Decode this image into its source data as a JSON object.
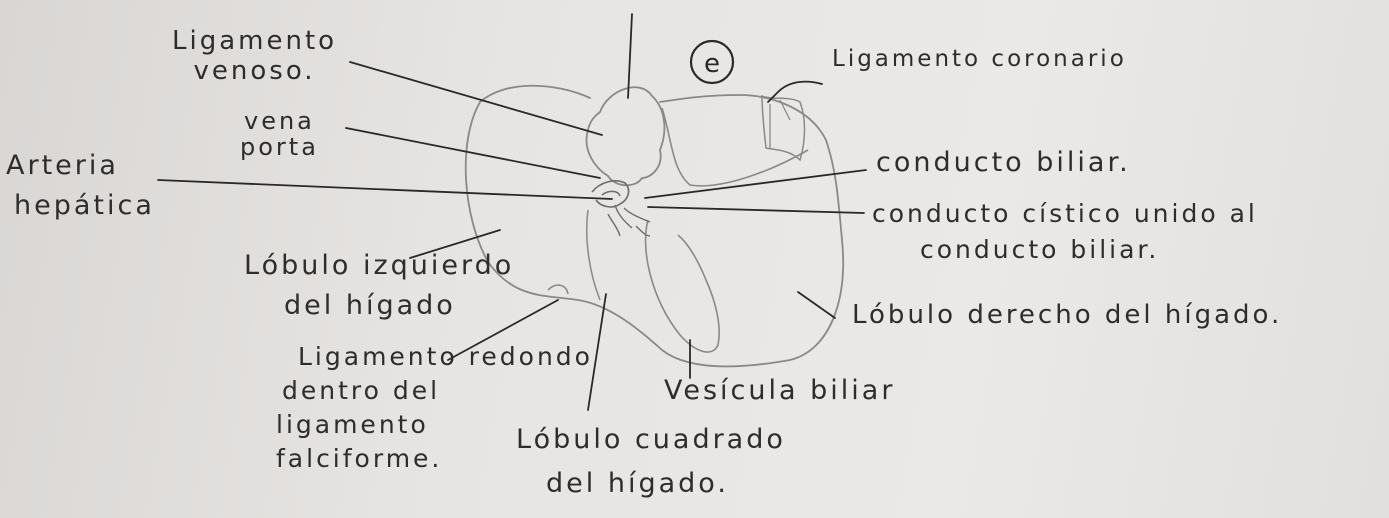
{
  "page_marker": "e",
  "labels": {
    "ligamento_venoso": [
      "Ligamento",
      "venoso."
    ],
    "vena_porta": [
      "vena",
      "porta"
    ],
    "arteria_hepatica": [
      "Arteria",
      "hepática"
    ],
    "lobulo_izquierdo": [
      "Lóbulo izquierdo",
      "del hígado"
    ],
    "ligamento_redondo": [
      "Ligamento redondo",
      "dentro del",
      "ligamento",
      "falciforme."
    ],
    "lobulo_cuadrado": [
      "Lóbulo cuadrado",
      "del hígado."
    ],
    "vesicula_biliar": [
      "Vesícula biliar"
    ],
    "ligamento_coronario": [
      "Ligamento coronario"
    ],
    "conducto_biliar": [
      "conducto biliar."
    ],
    "conducto_cistico": [
      "conducto cístico unido al",
      "conducto biliar."
    ],
    "lobulo_derecho": [
      "Lóbulo derecho del hígado."
    ]
  },
  "colors": {
    "paper": "#e6e4e2",
    "pencil_outline": "#8a8888",
    "ink_leader": "#2a2828",
    "ink_text": "#2e2c2c"
  }
}
